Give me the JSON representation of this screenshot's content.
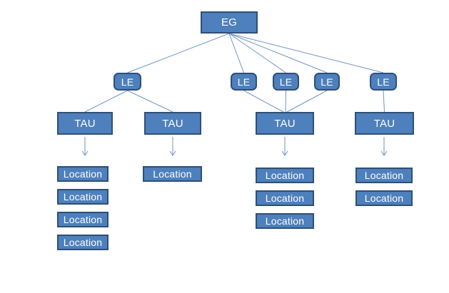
{
  "diagram": {
    "background_color": "#FFFFFF",
    "node_fill_color": "#4D80BC",
    "node_border_color": "#2F4F76",
    "node_text_color": "#FFFFFF",
    "connector_color": "#6E94C5",
    "root": {
      "label": "EG"
    },
    "le_nodes": [
      {
        "label": "LE"
      },
      {
        "label": "LE"
      },
      {
        "label": "LE"
      },
      {
        "label": "LE"
      },
      {
        "label": "LE"
      }
    ],
    "tau_nodes": [
      {
        "label": "TAU"
      },
      {
        "label": "TAU"
      },
      {
        "label": "TAU"
      },
      {
        "label": "TAU"
      }
    ],
    "location_labels": {
      "col1": [
        "Location",
        "Location",
        "Location",
        "Location"
      ],
      "col2": [
        "Location"
      ],
      "col3": [
        "Location",
        "Location",
        "Location"
      ],
      "col4": [
        "Location",
        "Location"
      ]
    },
    "edges": [
      {
        "from": "EG",
        "to": "LE-1",
        "arrow": false
      },
      {
        "from": "EG",
        "to": "LE-2",
        "arrow": false
      },
      {
        "from": "EG",
        "to": "LE-3",
        "arrow": false
      },
      {
        "from": "EG",
        "to": "LE-4",
        "arrow": false
      },
      {
        "from": "EG",
        "to": "LE-5",
        "arrow": false
      },
      {
        "from": "LE-1",
        "to": "TAU-1",
        "arrow": false
      },
      {
        "from": "LE-1",
        "to": "TAU-2",
        "arrow": false
      },
      {
        "from": "LE-2",
        "to": "TAU-3",
        "arrow": false
      },
      {
        "from": "LE-3",
        "to": "TAU-3",
        "arrow": false
      },
      {
        "from": "LE-4",
        "to": "TAU-3",
        "arrow": false
      },
      {
        "from": "LE-5",
        "to": "TAU-4",
        "arrow": false
      },
      {
        "from": "TAU-1",
        "to": "locations-col1",
        "arrow": true
      },
      {
        "from": "TAU-2",
        "to": "locations-col2",
        "arrow": true
      },
      {
        "from": "TAU-3",
        "to": "locations-col3",
        "arrow": true
      },
      {
        "from": "TAU-4",
        "to": "locations-col4",
        "arrow": true
      }
    ]
  }
}
